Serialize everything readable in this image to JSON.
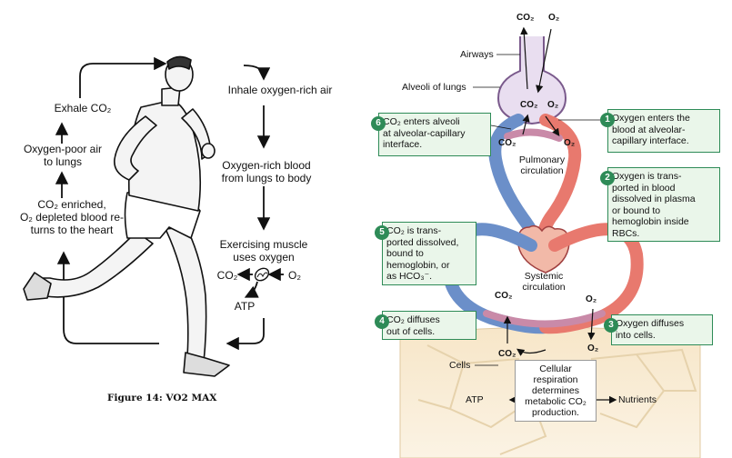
{
  "left": {
    "exhale": "Exhale CO₂",
    "oxygen_poor": "Oxygen-poor air\nto lungs",
    "co2_enriched": "CO₂ enriched,\nO₂ depleted blood re-\nturns to the heart",
    "inhale": "Inhale oxygen-rich air",
    "oxygen_rich": "Oxygen-rich blood\nfrom lungs to body",
    "exercising": "Exercising muscle\nuses oxygen",
    "co2": "CO₂",
    "o2": "O₂",
    "atp": "ATP",
    "caption": "Figure 14: VO2 MAX"
  },
  "right": {
    "top_co2": "CO₂",
    "top_o2": "O₂",
    "airways": "Airways",
    "alveoli": "Alveoli of lungs",
    "alv_co2": "CO₂",
    "alv_o2": "O₂",
    "pulm_co2": "CO₂",
    "pulm_o2": "O₂",
    "pulmonary": "Pulmonary\ncirculation",
    "systemic": "Systemic\ncirculation",
    "sys_co2": "CO₂",
    "sys_o2": "O₂",
    "cell_co2": "CO₂",
    "cell_o2": "O₂",
    "cells": "Cells",
    "atp": "ATP",
    "nutrients": "Nutrients",
    "respiration": "Cellular\nrespiration\ndetermines\nmetabolic CO₂\nproduction.",
    "boxes": [
      {
        "num": "1",
        "text": "Oxygen enters the\nblood at alveolar-\ncapillary interface."
      },
      {
        "num": "2",
        "text": "Oxygen is trans-\nported in blood\ndissolved in plasma\nor bound to\nhemoglobin inside\nRBCs."
      },
      {
        "num": "3",
        "text": "Oxygen diffuses\ninto cells."
      },
      {
        "num": "4",
        "text": "CO₂ diffuses\nout of cells."
      },
      {
        "num": "5",
        "text": "CO₂ is trans-\nported dissolved,\nbound to\nhemoglobin, or\nas HCO₃⁻."
      },
      {
        "num": "6",
        "text": "CO₂ enters alveoli\nat alveolar-capillary\ninterface."
      }
    ]
  }
}
